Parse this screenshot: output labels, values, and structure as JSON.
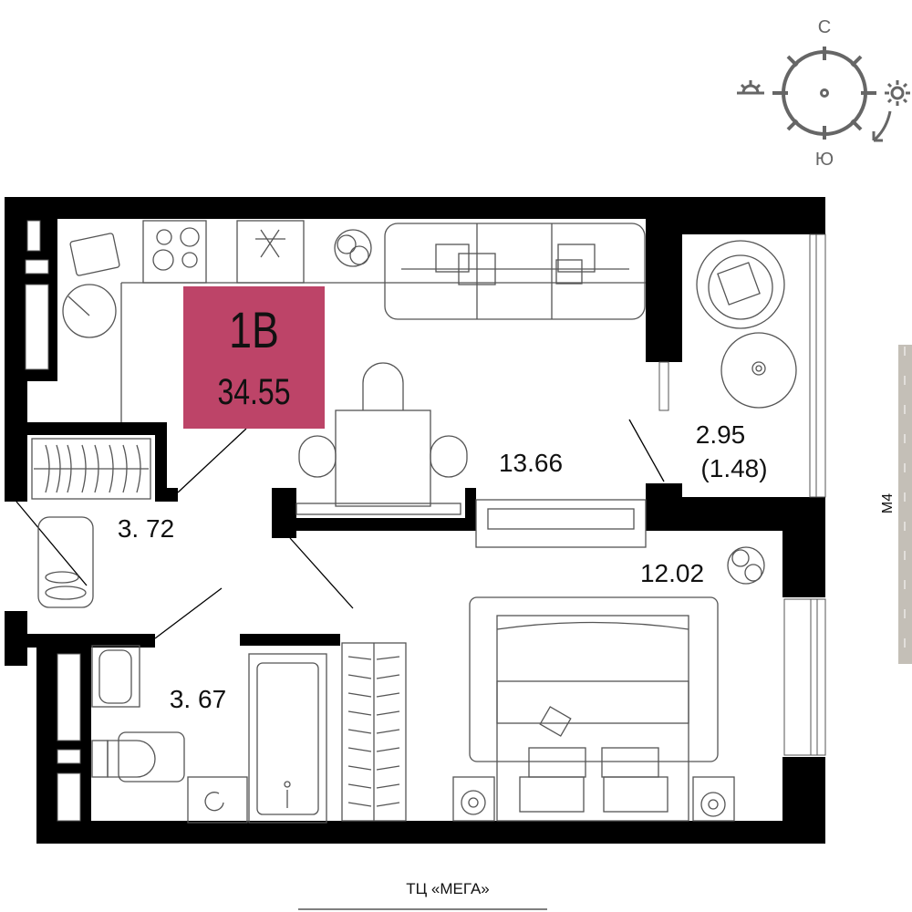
{
  "apartment": {
    "code": "1В",
    "total_area": "34.55",
    "accent_color": "#bd4468"
  },
  "rooms": {
    "living": "13.66",
    "balcony": "2.95",
    "balcony_reduced": "(1.48)",
    "hall": "3. 72",
    "bathroom": "3. 67",
    "bedroom": "12.02"
  },
  "compass": {
    "north": "С",
    "south": "Ю",
    "color": "#666666"
  },
  "surroundings": {
    "road": "М4",
    "mall": "ТЦ «МЕГА»",
    "road_color": "#c4bfb7"
  }
}
